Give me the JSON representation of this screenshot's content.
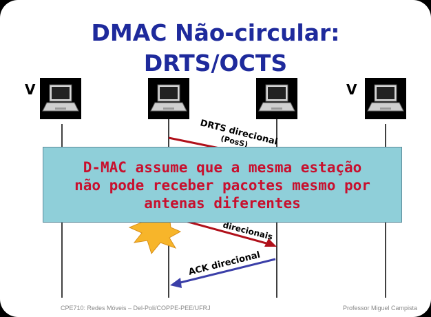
{
  "title": {
    "line1": "DMAC Não-circular:",
    "line2": "DRTS/OCTS"
  },
  "nodes": [
    {
      "label": "V"
    },
    {
      "label": ""
    },
    {
      "label": ""
    },
    {
      "label": "V"
    }
  ],
  "messages": {
    "drts": {
      "line1": "DRTS direcional",
      "line2": "(PosS)"
    },
    "data": "direcionais",
    "ack": "ACK direcional"
  },
  "callout": {
    "line1": "D-MAC assume que a mesma estação",
    "line2": "não pode receber pacotes mesmo por",
    "line3": "antenas diferentes"
  },
  "footer": {
    "left": "CPE710: Redes Móveis – Del-Poli/COPPE-PEE/UFRJ",
    "right": "Professor Miguel Campista"
  },
  "colors": {
    "title": "#1e2a9c",
    "callout_bg": "#8fcfd9",
    "callout_text": "#c8102e",
    "arrow_red": "#b0101a",
    "arrow_blue": "#3b3fa8",
    "collision_fill": "#f7b52a"
  },
  "icons": [
    "laptop-icon",
    "collision-icon"
  ]
}
